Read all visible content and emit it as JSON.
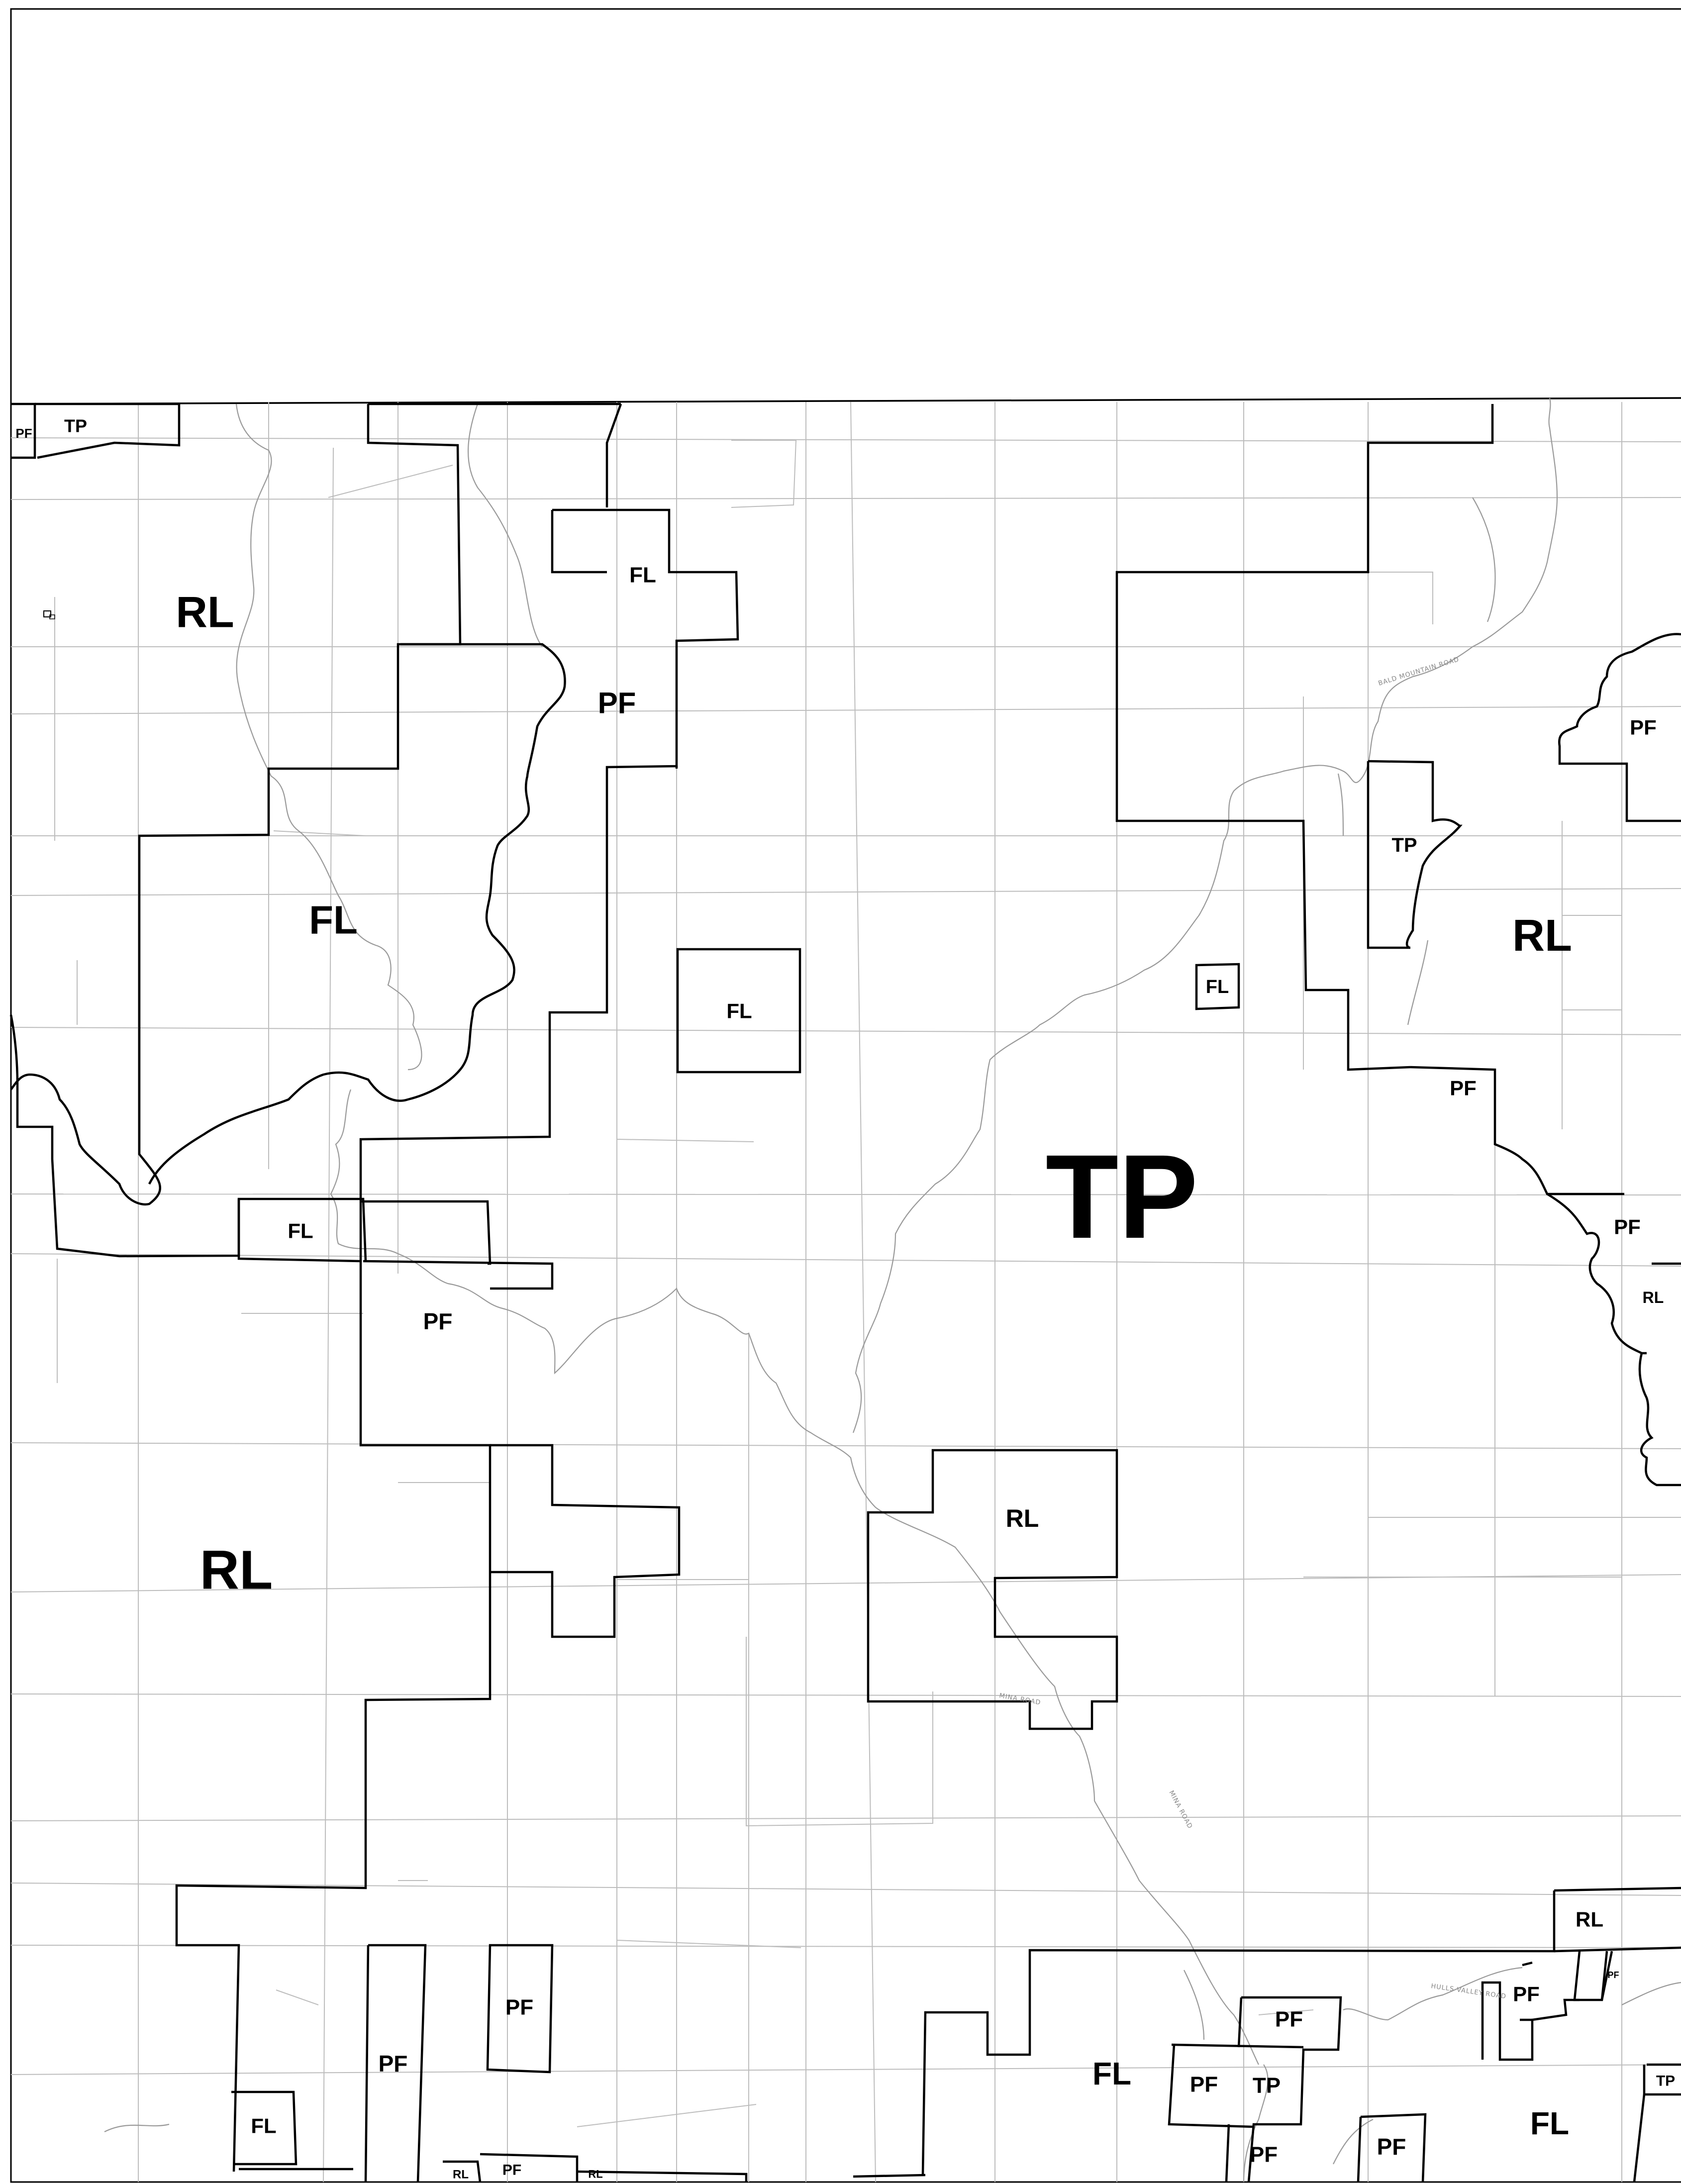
{
  "map": {
    "zones": [
      {
        "code": "PF"
      },
      {
        "code": "TP"
      },
      {
        "code": "RL"
      },
      {
        "code": "FL"
      },
      {
        "code": "PF"
      },
      {
        "code": "FL"
      },
      {
        "code": "FL"
      },
      {
        "code": "TP"
      },
      {
        "code": "PF"
      },
      {
        "code": "TP"
      },
      {
        "code": "RL"
      },
      {
        "code": "FL"
      },
      {
        "code": "PF"
      },
      {
        "code": "FL"
      },
      {
        "code": "PF"
      },
      {
        "code": "PF"
      },
      {
        "code": "RL"
      },
      {
        "code": "RL"
      },
      {
        "code": "RL"
      },
      {
        "code": "RL"
      },
      {
        "code": "PF"
      },
      {
        "code": "PF"
      },
      {
        "code": "FL"
      },
      {
        "code": "FL"
      },
      {
        "code": "PF"
      },
      {
        "code": "PF"
      },
      {
        "code": "TP"
      },
      {
        "code": "PF"
      },
      {
        "code": "PF"
      },
      {
        "code": "FL"
      },
      {
        "code": "TP"
      },
      {
        "code": "PF"
      },
      {
        "code": "RL"
      },
      {
        "code": "PF"
      },
      {
        "code": "RL"
      },
      {
        "code": "PF"
      }
    ],
    "roads": {
      "bald_mountain": "BALD MOUNTAIN ROAD",
      "mina": "MINA ROAD",
      "hulls_valley": "HULLS VALLEY ROAD"
    }
  }
}
